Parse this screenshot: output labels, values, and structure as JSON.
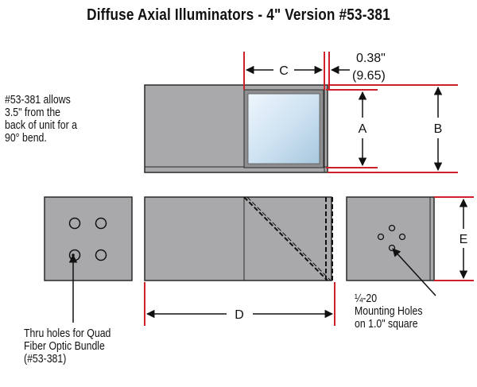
{
  "title": "Diffuse Axial Illuminators - 4\" Version #53-381",
  "notes": {
    "bend": [
      "#53-381 allows",
      "3.5\" from the",
      "back of unit for a",
      "90° bend."
    ],
    "thru_holes": [
      "Thru holes for Quad",
      "Fiber Optic Bundle",
      "(#53-381)"
    ],
    "mounting": [
      "¼-20",
      "Mounting Holes",
      "on 1.0\" square"
    ]
  },
  "dimensions": {
    "a": "A",
    "b": "B",
    "c": "C",
    "d": "D",
    "e": "E",
    "offset_in": "0.38\"",
    "offset_mm": "(9.65)"
  },
  "colors": {
    "body": "#a9a9ab",
    "outline": "#2a2a2a",
    "dim_red": "#d0202a",
    "glass": "#cfe3f2"
  }
}
